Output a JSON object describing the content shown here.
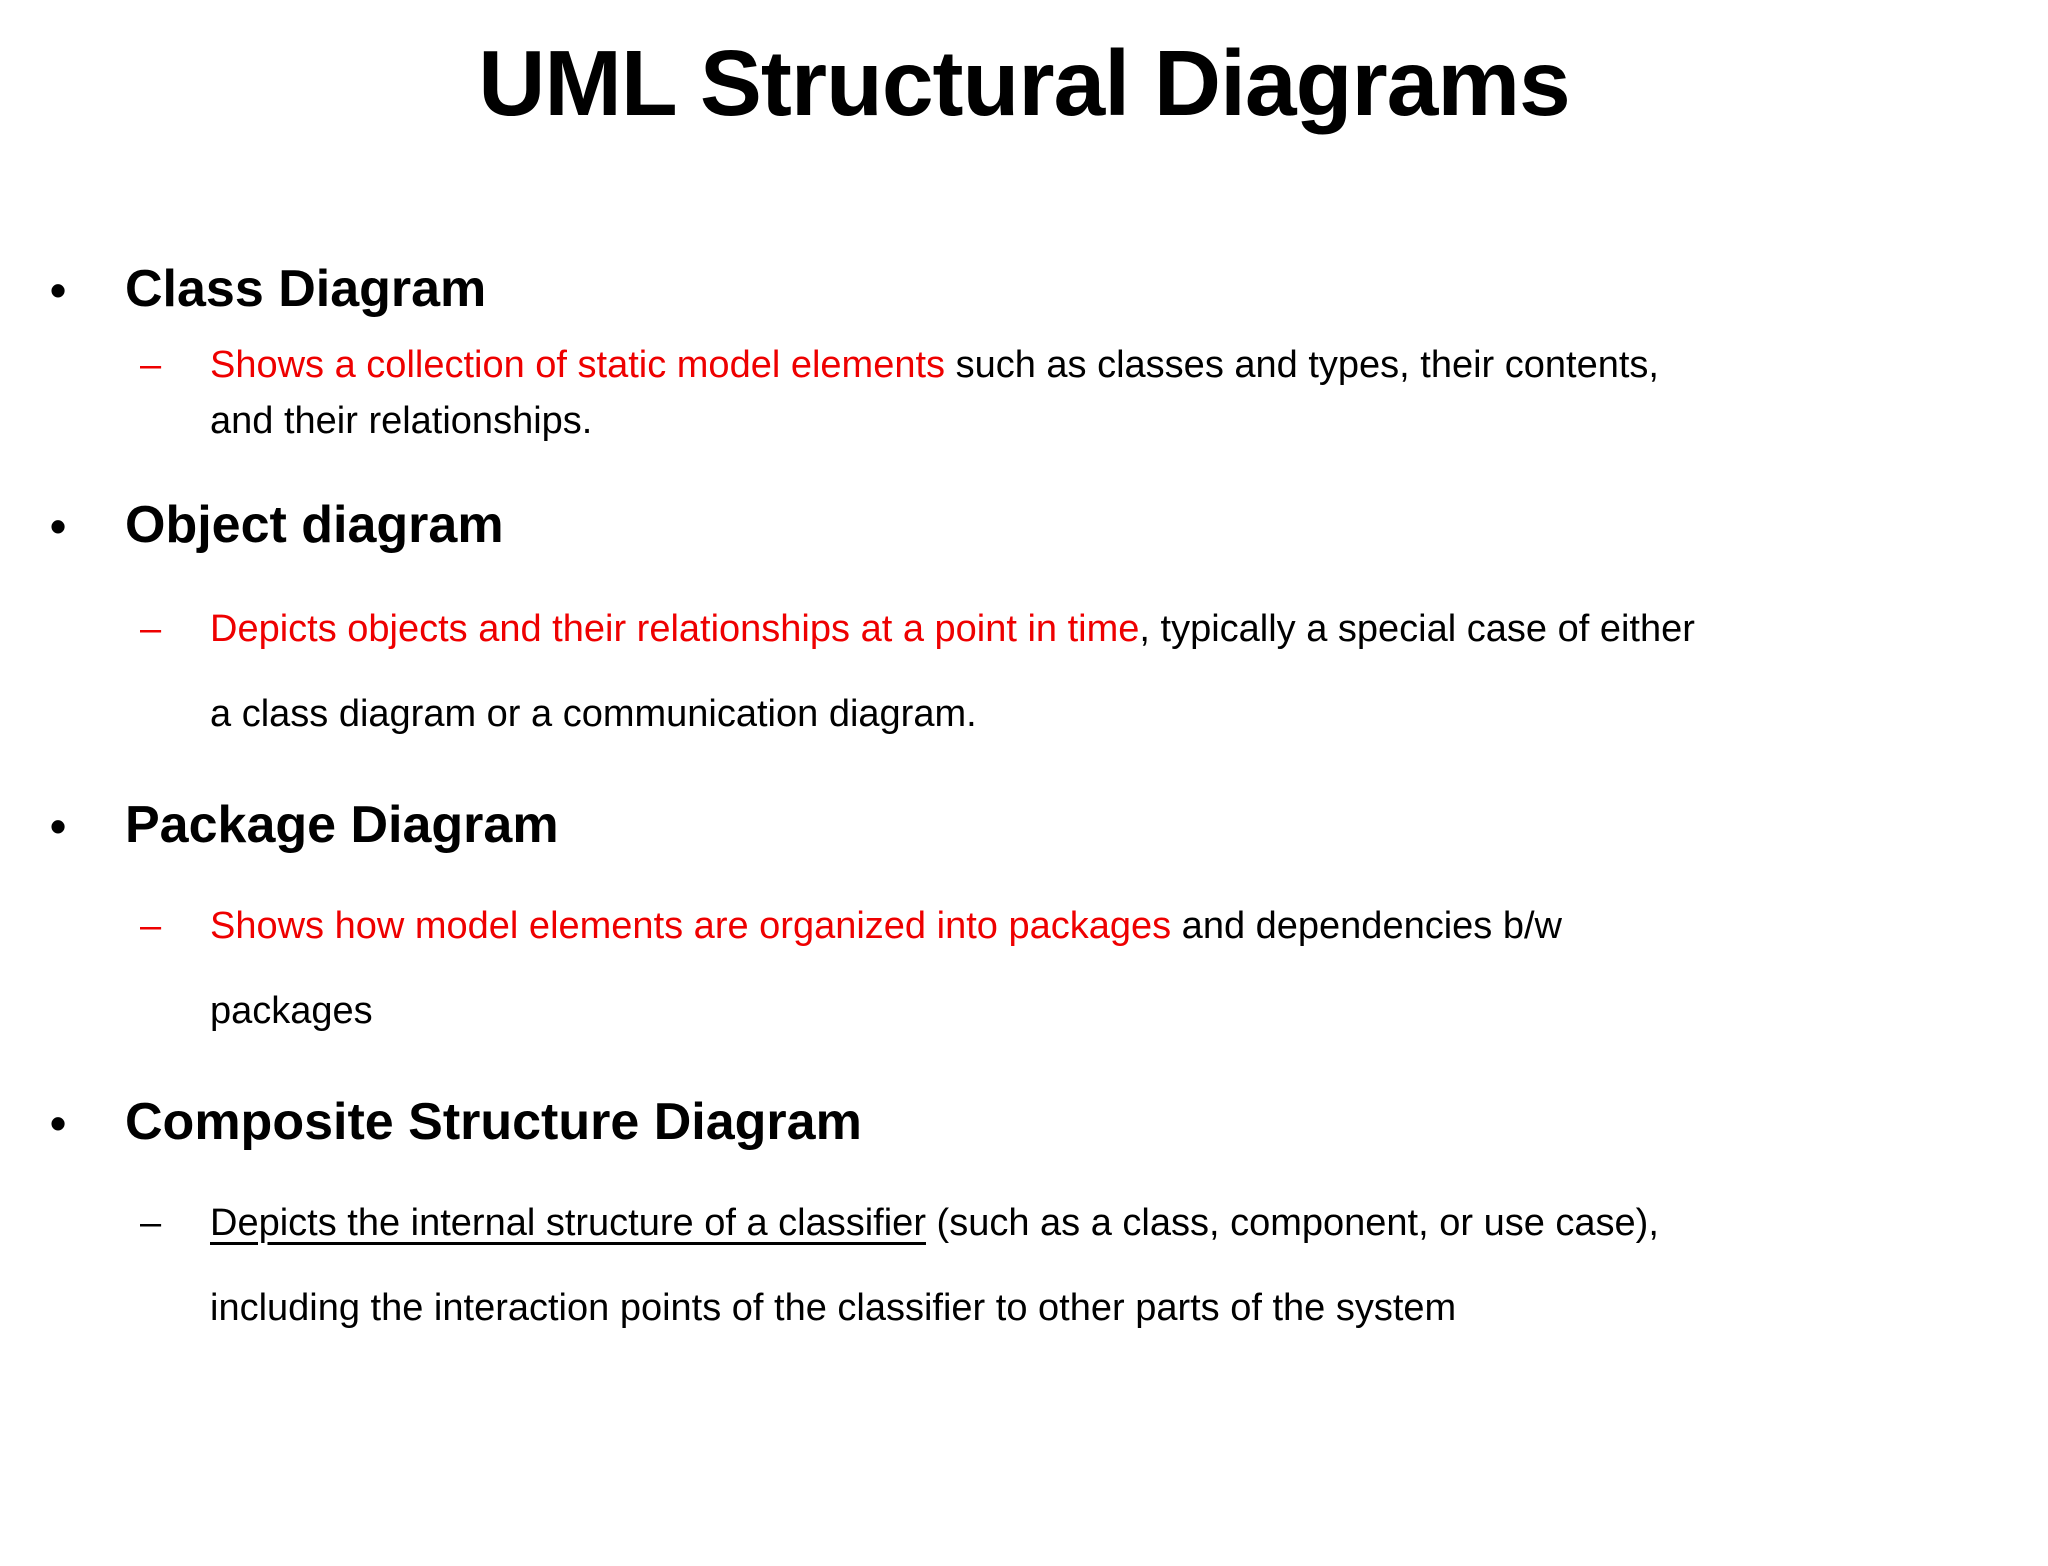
{
  "slide": {
    "title": "UML Structural Diagrams",
    "colors": {
      "highlight_red": "#ee0000",
      "text_black": "#000000",
      "background": "#ffffff"
    },
    "markers": {
      "bullet": "•",
      "dash": "–"
    },
    "bullets": [
      {
        "heading": "Class Diagram",
        "line1": {
          "highlight": "Shows a collection of static model elements",
          "rest": " such as classes and types, their contents,"
        },
        "line2": "and their relationships."
      },
      {
        "heading": "Object diagram",
        "line1": {
          "highlight": "Depicts objects and their relationships at a point in time",
          "rest": ", typically a special case of either"
        },
        "line2": "a class diagram or a communication diagram."
      },
      {
        "heading": "Package Diagram",
        "line1": {
          "highlight": "Shows how model elements are organized into packages",
          "rest": " and dependencies b/w"
        },
        "line2": "packages"
      },
      {
        "heading": "Composite Structure Diagram",
        "line1": {
          "highlight": "Depicts the internal structure of a classifier",
          "rest": " (such as a class, component, or use case),"
        },
        "line2": "including the interaction points of the classifier to other parts of the system"
      }
    ]
  }
}
